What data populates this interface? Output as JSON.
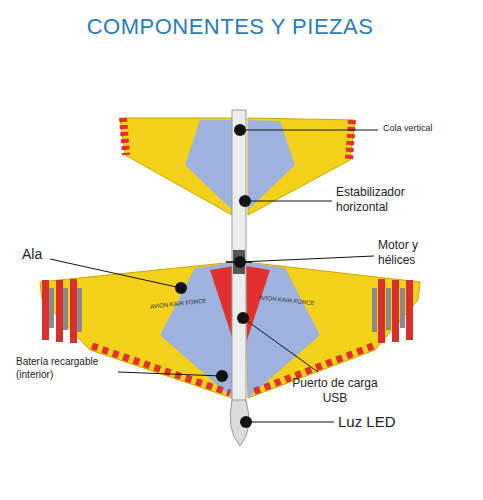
{
  "diagram": {
    "title": "COMPONENTES Y PIEZAS",
    "labels": [
      "Cola vertical",
      "Estabilizador horizontal",
      "Ala",
      "Motor y hélices",
      "Batería recargable (interior)",
      "Puerto de carga USB",
      "Luz LED",
      "AVION KAIR FORCE",
      "AVION KAIR FORCE"
    ]
  }
}
